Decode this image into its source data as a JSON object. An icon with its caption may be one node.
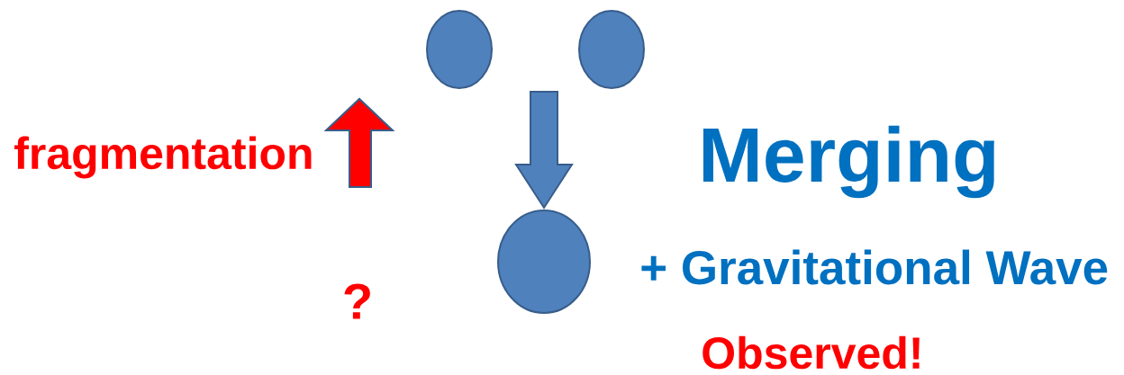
{
  "diagram": {
    "nodes": [
      {
        "text": [],
        "shape": "circle"
      },
      {
        "text": [],
        "shape": "circle"
      },
      {
        "text": [],
        "shape": "circle"
      }
    ],
    "edges": [
      {
        "from": null,
        "to": 2,
        "arrow": "to"
      }
    ],
    "labels": [
      "fragmentation",
      "Merging",
      "+ Gravitational Wave",
      "?",
      "Observed!"
    ]
  }
}
